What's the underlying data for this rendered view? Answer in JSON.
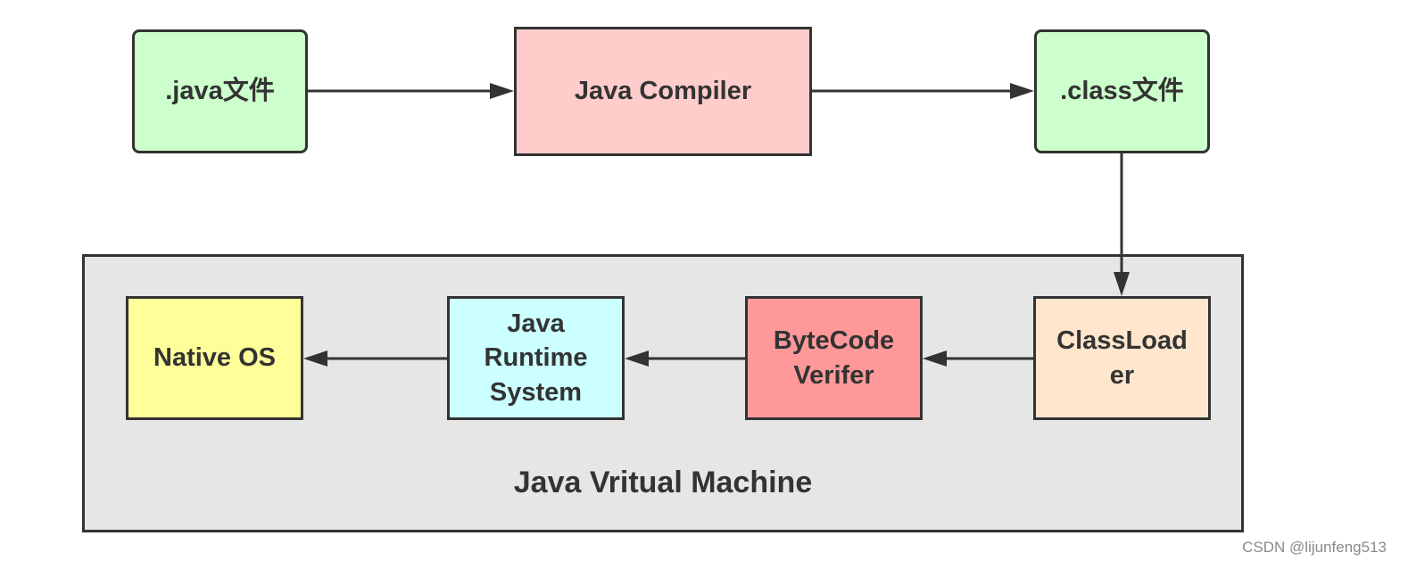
{
  "nodes": {
    "java_file": {
      "label": ".java文件",
      "fill": "#ccffcc"
    },
    "compiler": {
      "label": "Java Compiler",
      "fill": "#ffcccc"
    },
    "class_file": {
      "label": ".class文件",
      "fill": "#ccffcc"
    },
    "classloader": {
      "label": "ClassLoad\ner",
      "fill": "#ffe6cc"
    },
    "verifier": {
      "label": "ByteCode\nVerifer",
      "fill": "#ff9999"
    },
    "runtime": {
      "label": "Java\nRuntime\nSystem",
      "fill": "#ccffff"
    },
    "native_os": {
      "label": "Native OS",
      "fill": "#ffff99"
    }
  },
  "container": {
    "label": "Java Vritual Machine",
    "fill": "#e6e6e6"
  },
  "edges": [
    {
      "from": "java_file",
      "to": "compiler"
    },
    {
      "from": "compiler",
      "to": "class_file"
    },
    {
      "from": "class_file",
      "to": "classloader"
    },
    {
      "from": "classloader",
      "to": "verifier"
    },
    {
      "from": "verifier",
      "to": "runtime"
    },
    {
      "from": "runtime",
      "to": "native_os"
    }
  ],
  "watermark": "CSDN @lijunfeng513",
  "colors": {
    "stroke": "#333333",
    "text": "#333333"
  }
}
